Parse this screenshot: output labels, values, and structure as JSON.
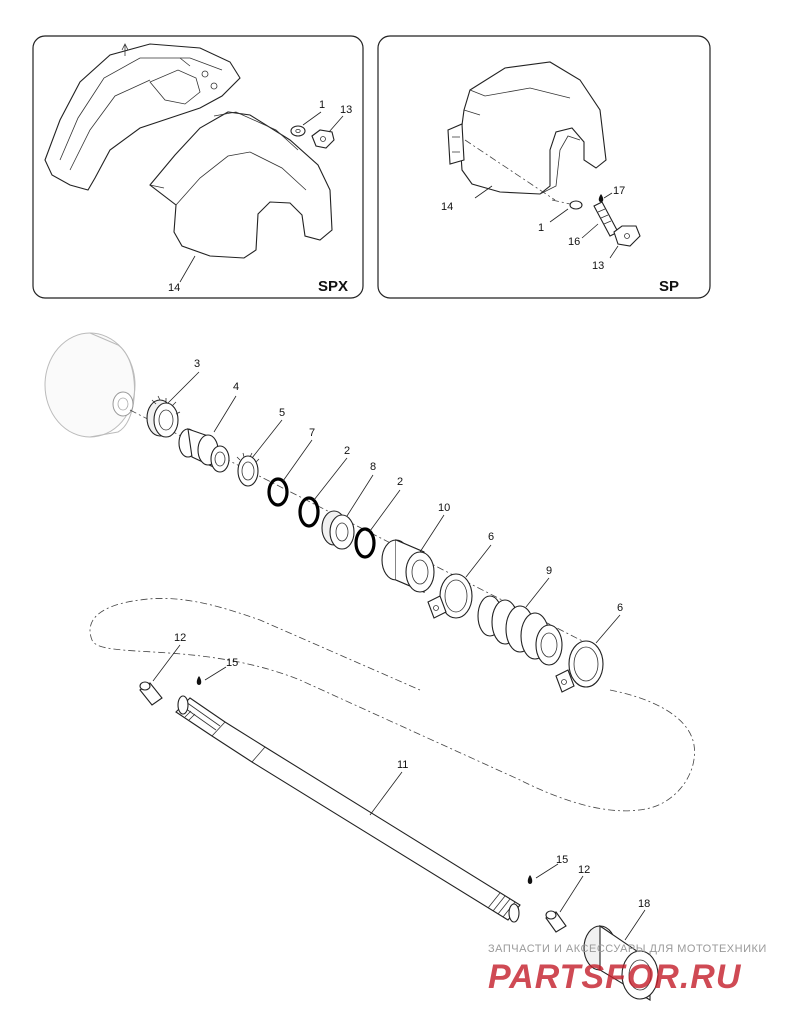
{
  "panels": {
    "left": {
      "tag": "SPX",
      "callouts": {
        "c1": "1",
        "c13": "13",
        "c14": "14"
      }
    },
    "right": {
      "tag": "SP",
      "callouts": {
        "c17": "17",
        "c14": "14",
        "c1": "1",
        "c16": "16",
        "c13": "13"
      }
    }
  },
  "main_callouts": {
    "c3": "3",
    "c4": "4",
    "c5": "5",
    "c7": "7",
    "c2a": "2",
    "c8": "8",
    "c2b": "2",
    "c10": "10",
    "c6a": "6",
    "c9": "9",
    "c6b": "6",
    "c12a": "12",
    "c15a": "15",
    "c11": "11",
    "c15b": "15",
    "c12b": "12",
    "c18": "18"
  },
  "watermark": {
    "top": "ЗАПЧАСТИ И АКСЕССУАРЫ ДЛЯ МОТОТЕХНИКИ",
    "brand": "PARTSFOR.RU"
  }
}
